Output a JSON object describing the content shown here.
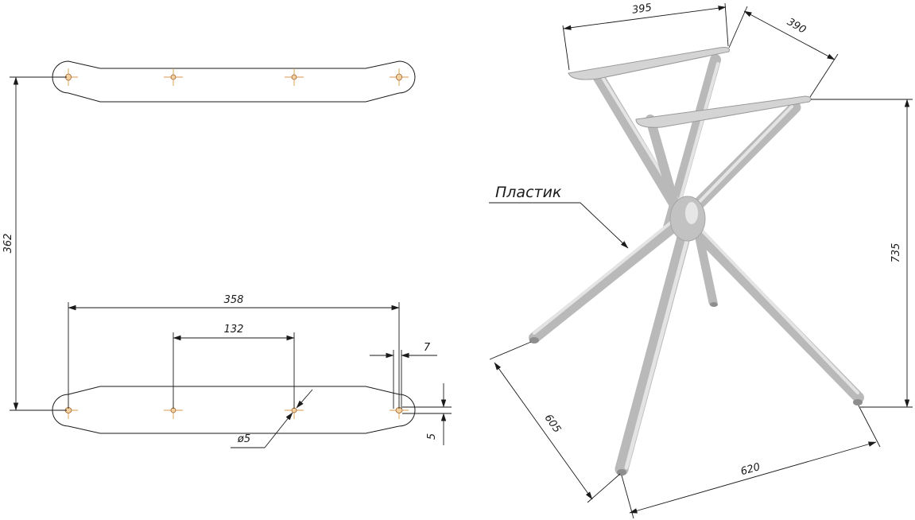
{
  "labels": {
    "dim_395": "395",
    "dim_390": "390",
    "dim_735": "735",
    "dim_605": "605",
    "dim_620": "620",
    "dim_362": "362",
    "dim_358": "358",
    "dim_132": "132",
    "dim_7": "7",
    "dim_5": "5",
    "dim_d5": "ø5",
    "material": "Пластик"
  },
  "colors": {
    "line": "#1a1a1a",
    "hole_fill": "#f2d2a0",
    "hole_cross": "#d99a4a",
    "frame_grey": "#b9b9b9"
  }
}
